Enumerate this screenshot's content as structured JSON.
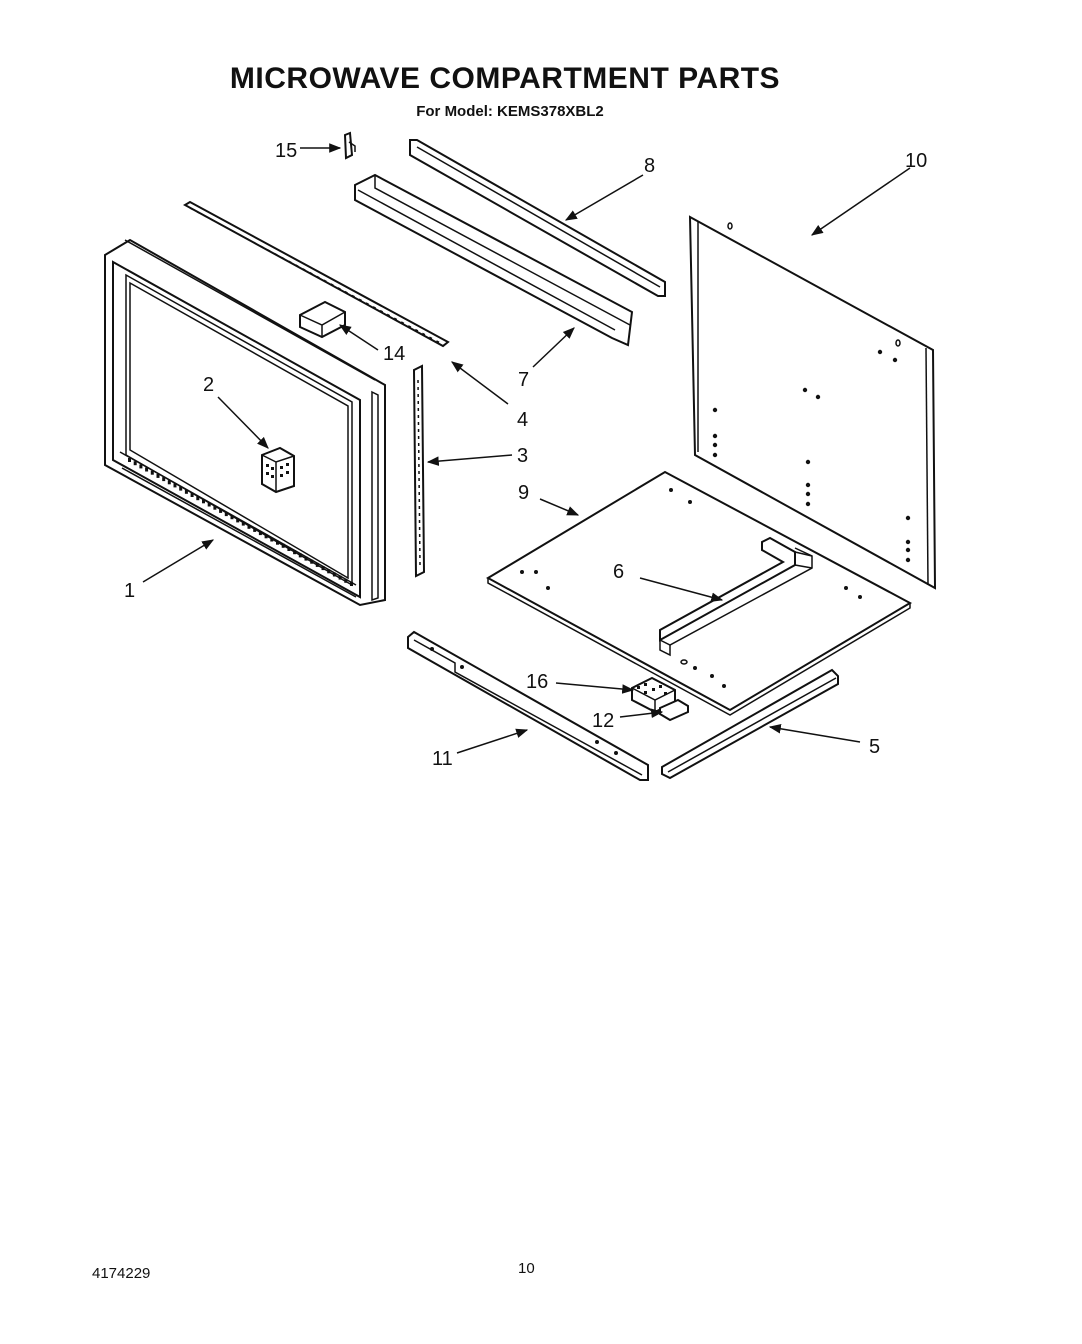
{
  "title": "MICROWAVE COMPARTMENT PARTS",
  "subtitle": "For Model: KEMS378XBL2",
  "footer": {
    "doc_number": "4174229",
    "page_number": "10"
  },
  "callouts": [
    "1",
    "2",
    "3",
    "4",
    "5",
    "6",
    "7",
    "8",
    "9",
    "10",
    "11",
    "12",
    "14",
    "15",
    "16"
  ]
}
